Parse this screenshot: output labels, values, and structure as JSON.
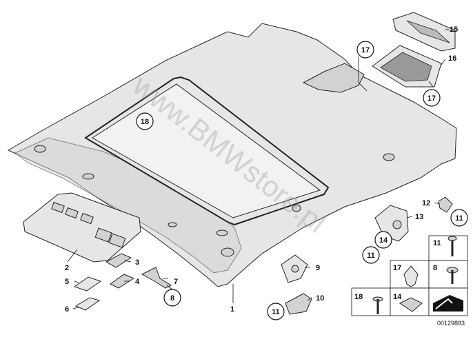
{
  "diagram": {
    "watermark": "www.BMWstore.pl",
    "drawing_number": "00129883",
    "labels": {
      "l1": "1",
      "l2": "2",
      "l3": "3",
      "l4": "4",
      "l5": "5",
      "l6": "6",
      "l7": "7",
      "l9": "9",
      "l10": "10",
      "l12": "12",
      "l13": "13",
      "l15": "15",
      "l16": "16"
    },
    "circled": {
      "c8": "8",
      "c11a": "11",
      "c11b": "11",
      "c11c": "11",
      "c14": "14",
      "c17a": "17",
      "c17b": "17",
      "c18": "18"
    },
    "grid_labels": {
      "g11": "11",
      "g17": "17",
      "g8": "8",
      "g18": "18",
      "g14": "14"
    }
  }
}
